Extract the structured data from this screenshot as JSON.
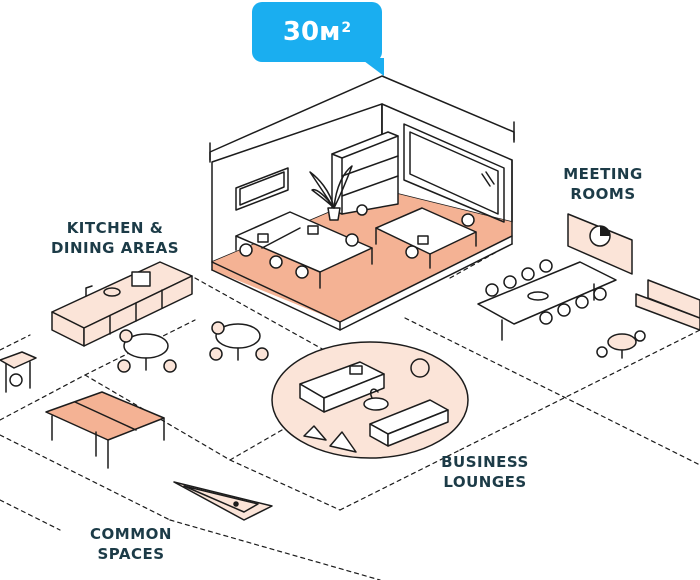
{
  "badge": {
    "value": "30м",
    "sup": "2"
  },
  "labels": {
    "kitchen": [
      "KITCHEN &",
      "DINING AREAS"
    ],
    "meeting": [
      "MEETING",
      "ROOMS"
    ],
    "business": [
      "BUSINESS",
      "LOUNGES"
    ],
    "common": [
      "COMMON",
      "SPACES"
    ]
  },
  "colors": {
    "accent": "#1aaef0",
    "floor": "#f4b294",
    "furniture": "#fbe4d8",
    "line": "#1c1c1c",
    "label": "#1c3b47"
  }
}
